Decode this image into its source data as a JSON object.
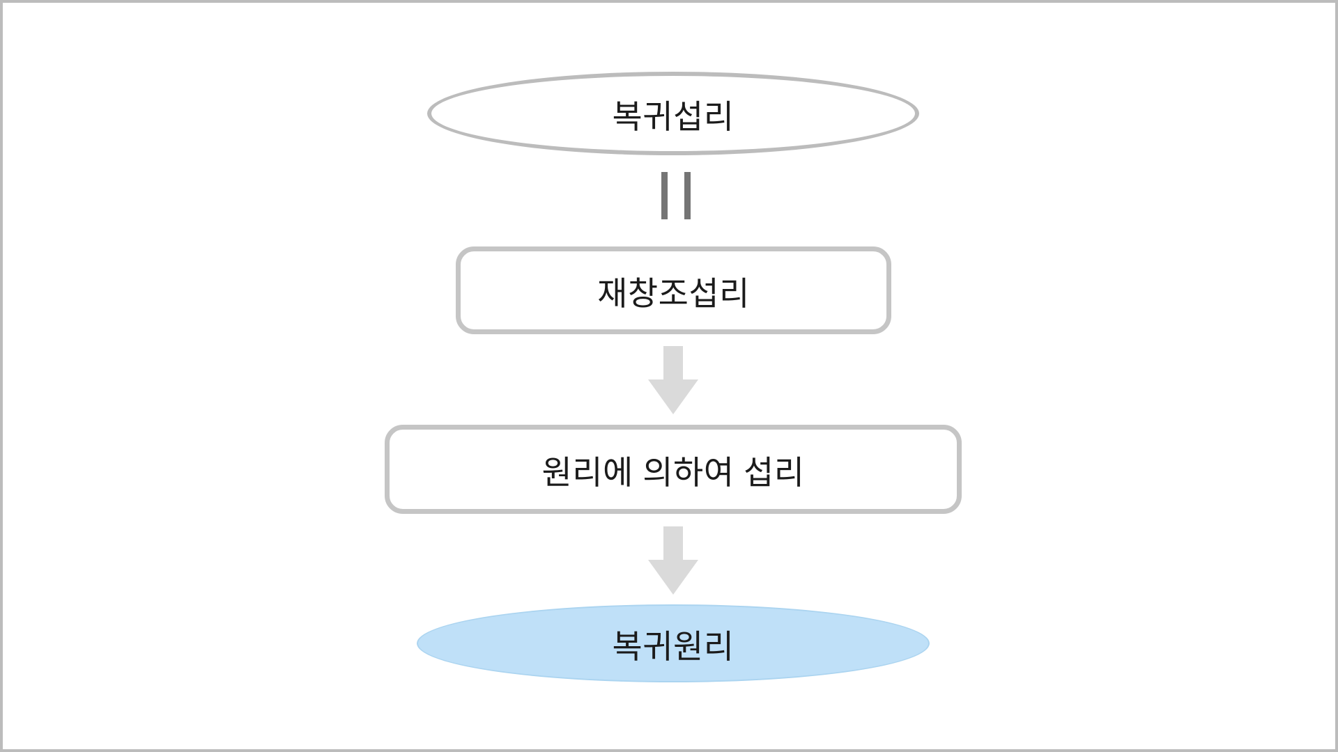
{
  "diagram": {
    "title": "restoration-providence-flow",
    "canvas": {
      "background": "#ffffff",
      "border_color": "#bcbcbc"
    },
    "nodes": [
      {
        "id": "restoration-providence",
        "shape": "ellipse-outline",
        "label": "복귀섭리",
        "fill": "#ffffff",
        "stroke": "#bcbcbc"
      },
      {
        "id": "recreation-providence",
        "shape": "rounded-rect",
        "label": "재창조섭리",
        "fill": "#ffffff",
        "stroke": "#c5c5c5"
      },
      {
        "id": "providence-by-principle",
        "shape": "rounded-rect",
        "label": "원리에 의하여 섭리",
        "fill": "#ffffff",
        "stroke": "#c5c5c5"
      },
      {
        "id": "principle-of-restoration",
        "shape": "ellipse-filled",
        "label": "복귀원리",
        "fill": "#bfe0f8",
        "stroke": "#abd4f0"
      }
    ],
    "connectors": [
      {
        "type": "equals",
        "from": "restoration-providence",
        "to": "recreation-providence",
        "color": "#757575"
      },
      {
        "type": "arrow-down",
        "from": "recreation-providence",
        "to": "providence-by-principle",
        "color": "#dadada"
      },
      {
        "type": "arrow-down",
        "from": "providence-by-principle",
        "to": "principle-of-restoration",
        "color": "#dadada"
      }
    ],
    "text_color": "#1b1b1b"
  }
}
